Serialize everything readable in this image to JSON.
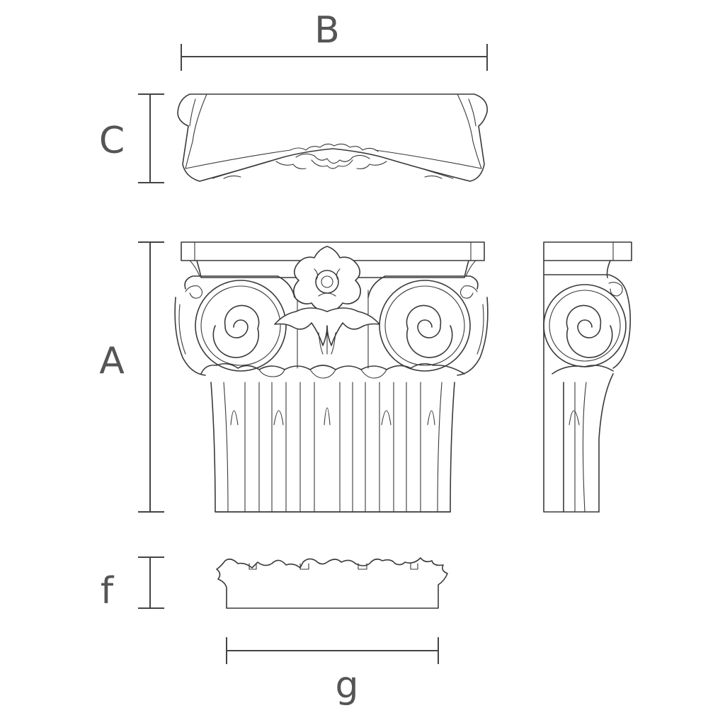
{
  "dimensions": {
    "width_top": "B",
    "height_top": "C",
    "height_main": "A",
    "height_bottom": "f",
    "width_bottom": "g"
  },
  "colors": {
    "line": "#3a3a3a",
    "label": "#555555",
    "background": "#ffffff"
  }
}
